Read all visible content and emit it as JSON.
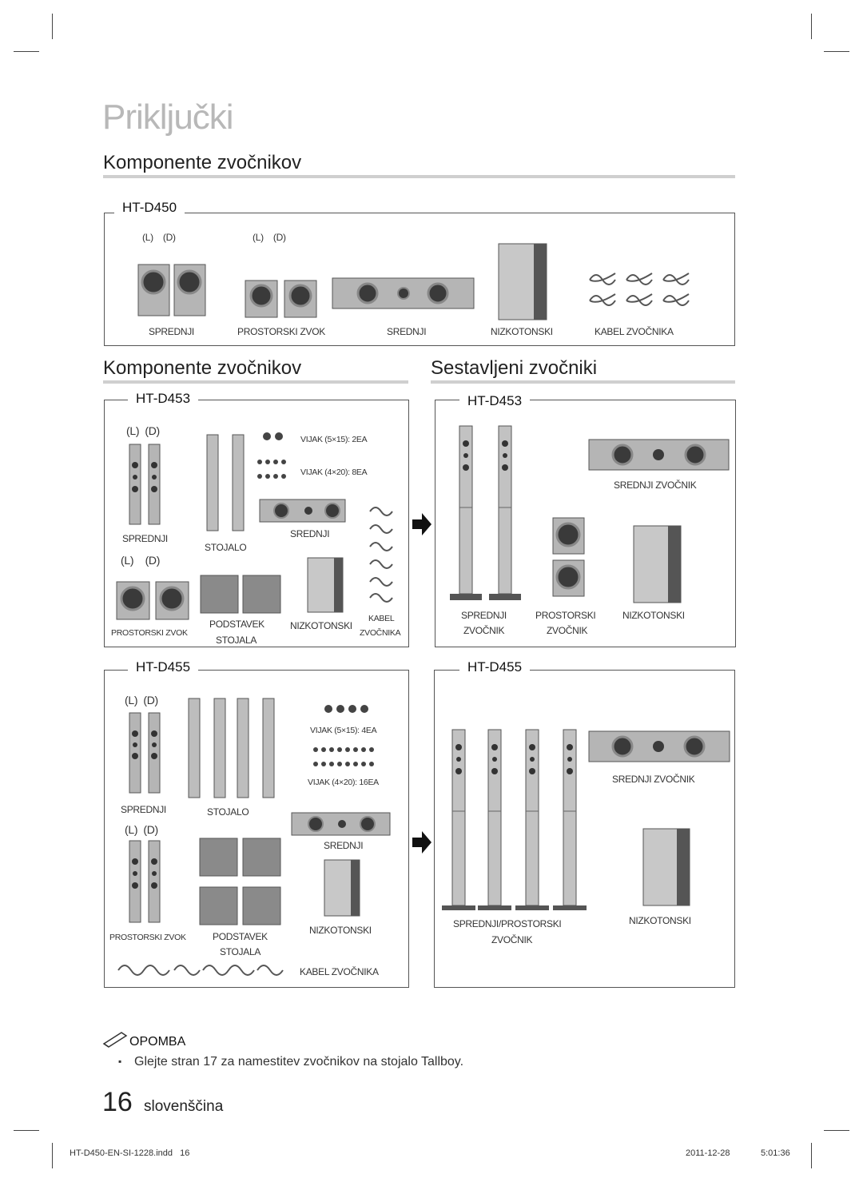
{
  "page": {
    "title": "Priključki",
    "section_1_title": "Komponente zvočnikov",
    "section_2_left_title": "Komponente zvočnikov",
    "section_2_right_title": "Sestavljeni zvočniki"
  },
  "ht_d450": {
    "model": "HT-D450",
    "lr_1": "(L)    (D)",
    "lr_2": "(L)    (D)",
    "labels": {
      "front": "SPREDNJI",
      "surround": "PROSTORSKI ZVOK",
      "center": "SREDNJI",
      "subwoofer": "NIZKOTONSKI",
      "cable": "KABEL ZVOČNIKA"
    }
  },
  "ht_d453_components": {
    "model": "HT-D453",
    "lr_front": "(L)  (D)",
    "lr_surround": "(L)    (D)",
    "screw_1": "VIJAK (5×15): 2EA",
    "screw_2": "VIJAK (4×20): 8EA",
    "labels": {
      "front": "SPREDNJI",
      "stand": "STOJALO",
      "center": "SREDNJI",
      "surround": "PROSTORSKI ZVOK",
      "stand_base_1": "PODSTAVEK",
      "stand_base_2": "STOJALA",
      "subwoofer": "NIZKOTONSKI",
      "cable_1": "KABEL",
      "cable_2": "ZVOČNIKA"
    }
  },
  "ht_d453_assembled": {
    "model": "HT-D453",
    "labels": {
      "center": "SREDNJI ZVOČNIK",
      "front_1": "SPREDNJI",
      "front_2": "ZVOČNIK",
      "surround_1": "PROSTORSKI",
      "surround_2": "ZVOČNIK",
      "subwoofer": "NIZKOTONSKI"
    }
  },
  "ht_d455_components": {
    "model": "HT-D455",
    "lr_front": "(L)  (D)",
    "lr_surround": "(L)  (D)",
    "screw_1": "VIJAK (5×15): 4EA",
    "screw_2": "VIJAK (4×20): 16EA",
    "labels": {
      "front": "SPREDNJI",
      "stand": "STOJALO",
      "center": "SREDNJI",
      "surround": "PROSTORSKI ZVOK",
      "stand_base_1": "PODSTAVEK",
      "stand_base_2": "STOJALA",
      "subwoofer": "NIZKOTONSKI",
      "cable": "KABEL ZVOČNIKA"
    }
  },
  "ht_d455_assembled": {
    "model": "HT-D455",
    "labels": {
      "center": "SREDNJI ZVOČNIK",
      "front_surround_1": "SPREDNJI/PROSTORSKI",
      "front_surround_2": "ZVOČNIK",
      "subwoofer": "NIZKOTONSKI"
    }
  },
  "note": {
    "heading": "OPOMBA",
    "bullet": "▪",
    "text": "Glejte stran 17 za namestitev zvočnikov na stojalo Tallboy."
  },
  "footer": {
    "page_number": "16",
    "language": "slovenščina",
    "file": "HT-D450-EN-SI-1228.indd   16",
    "date": "2011-12-28",
    "time": "5:01:36"
  },
  "colors": {
    "title_gray": "#b8b8b8",
    "rule_gray": "#cfcfcf",
    "speaker_body": "#b5b5b5",
    "driver": "#3a3a3a"
  }
}
